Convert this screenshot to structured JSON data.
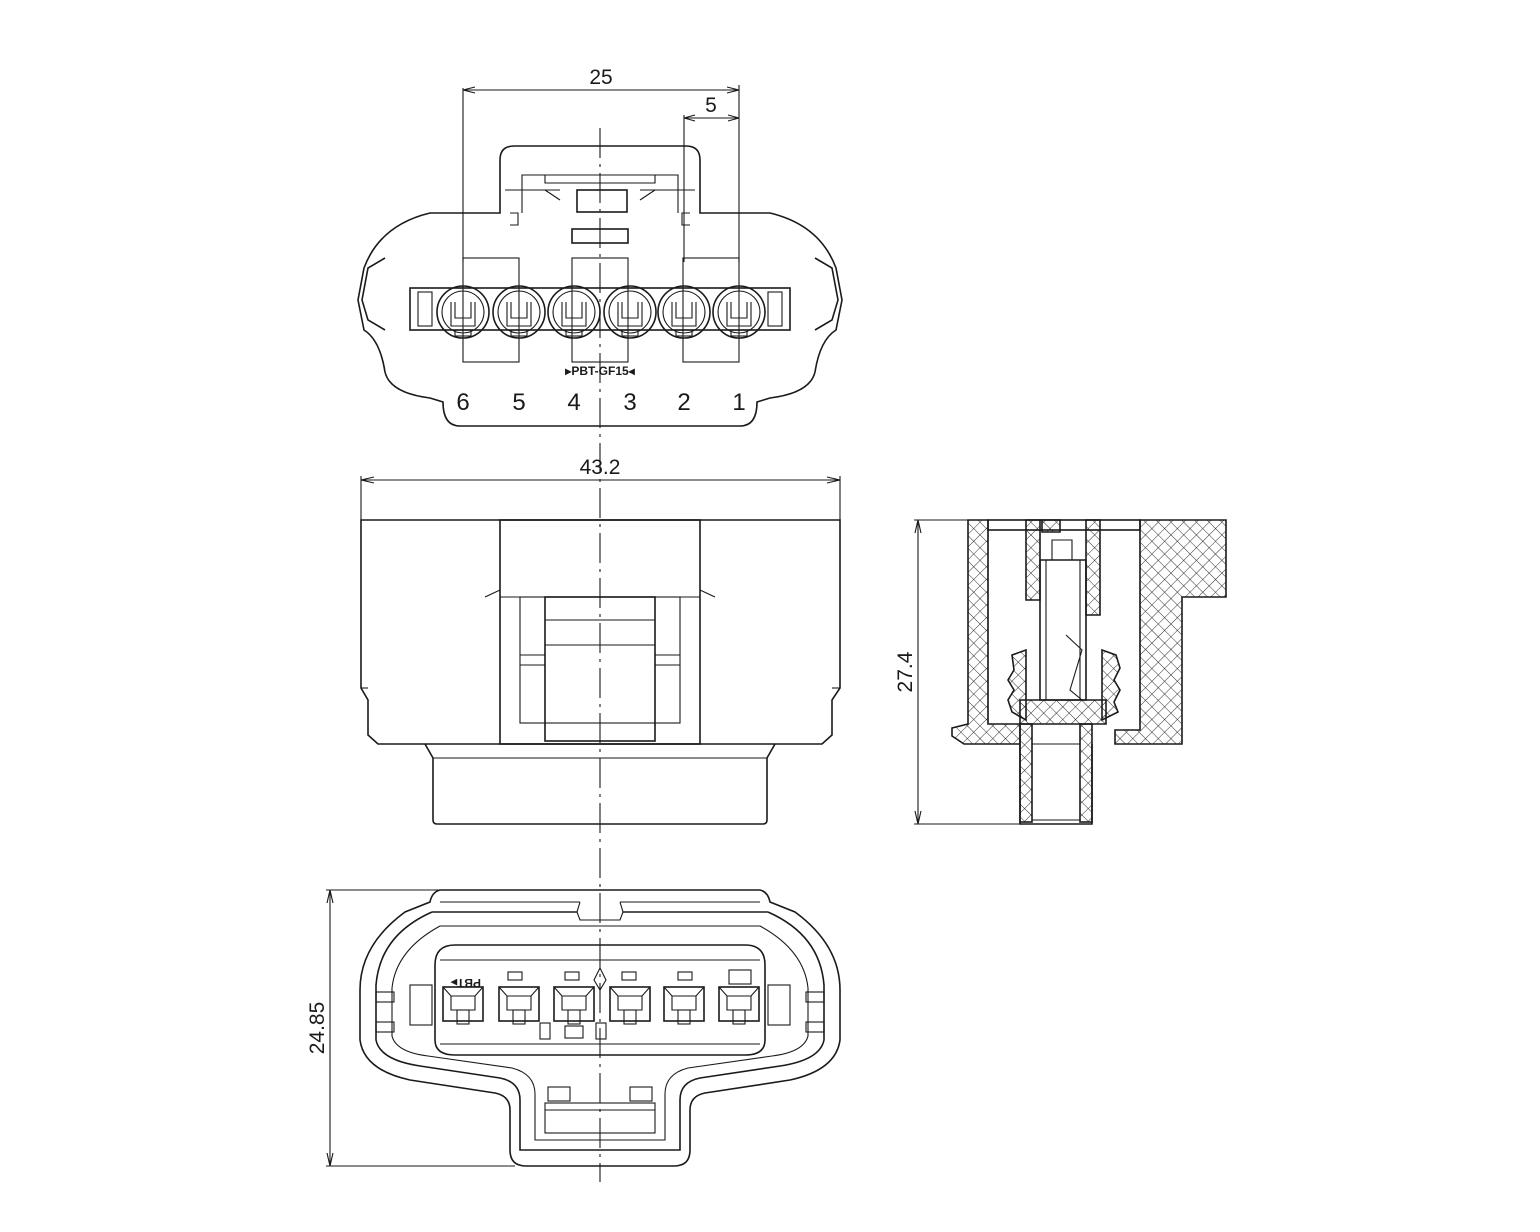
{
  "dimensions": {
    "top_width": "25",
    "pin_pitch": "5",
    "body_width": "43.2",
    "side_height": "27.4",
    "front_height": "24.85"
  },
  "pin_labels": [
    "6",
    "5",
    "4",
    "3",
    "2",
    "1"
  ],
  "material_mark_top": "▸PBT-GF15◂",
  "material_mark_front": "PBT▸"
}
